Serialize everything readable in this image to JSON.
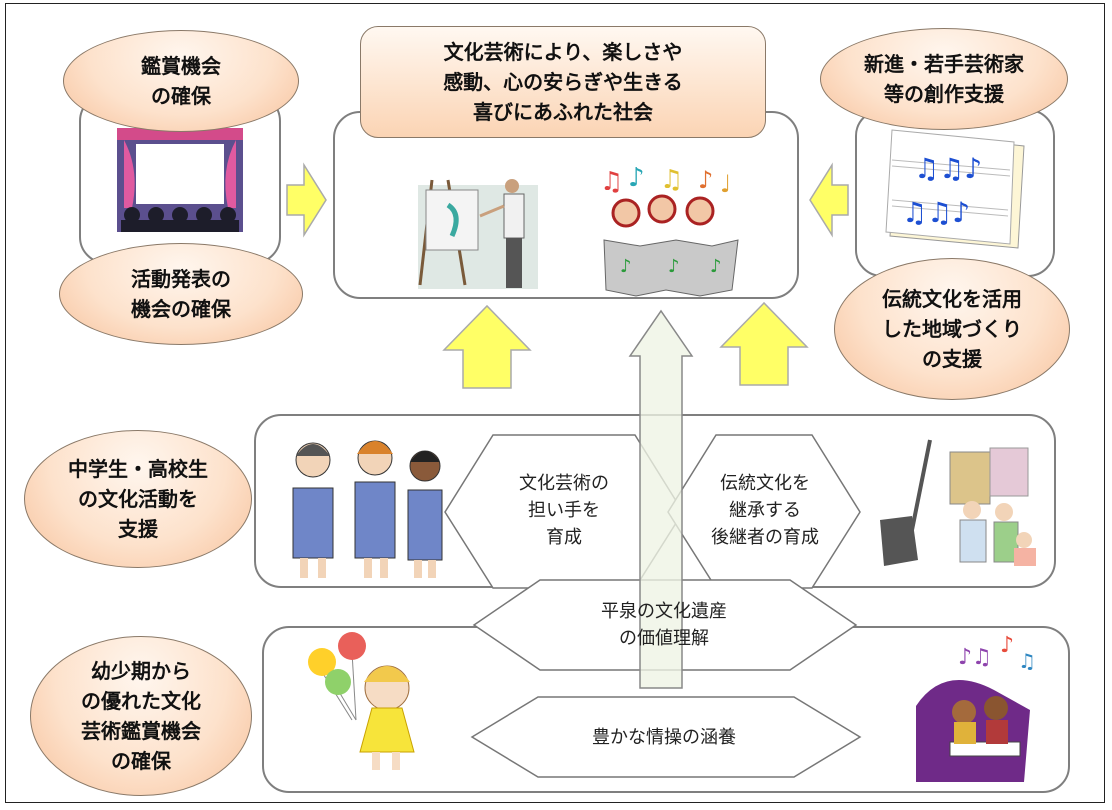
{
  "goal": "文化芸術により、楽しさや\n感動、心の安らぎや生きる\n喜びにあふれた社会",
  "ovals": {
    "appreciation": "鑑賞機会\nの確保",
    "presentation": "活動発表の\n機会の確保",
    "young_artists": "新進・若手芸術家\n等の創作支援",
    "tradition_region": "伝統文化を活用\nした地域づくり\nの支援",
    "students": "中学生・高校生\nの文化活動を\n支援",
    "children": "幼少期から\nの優れた文化\n芸術鑑賞機会\nの確保"
  },
  "hexes": {
    "bearers": "文化芸術の\n担い手を\n育成",
    "successors": "伝統文化を\n継承する\n後継者の育成",
    "hiraizumi": "平泉の文化遺産\nの価値理解",
    "sentiment": "豊かな情操の涵養"
  },
  "colors": {
    "oval_fill": "#fbd2b1",
    "arrow_yellow": "#ffff66",
    "central_arrow": "#eef3e4",
    "box_border": "#7f7f7f"
  }
}
